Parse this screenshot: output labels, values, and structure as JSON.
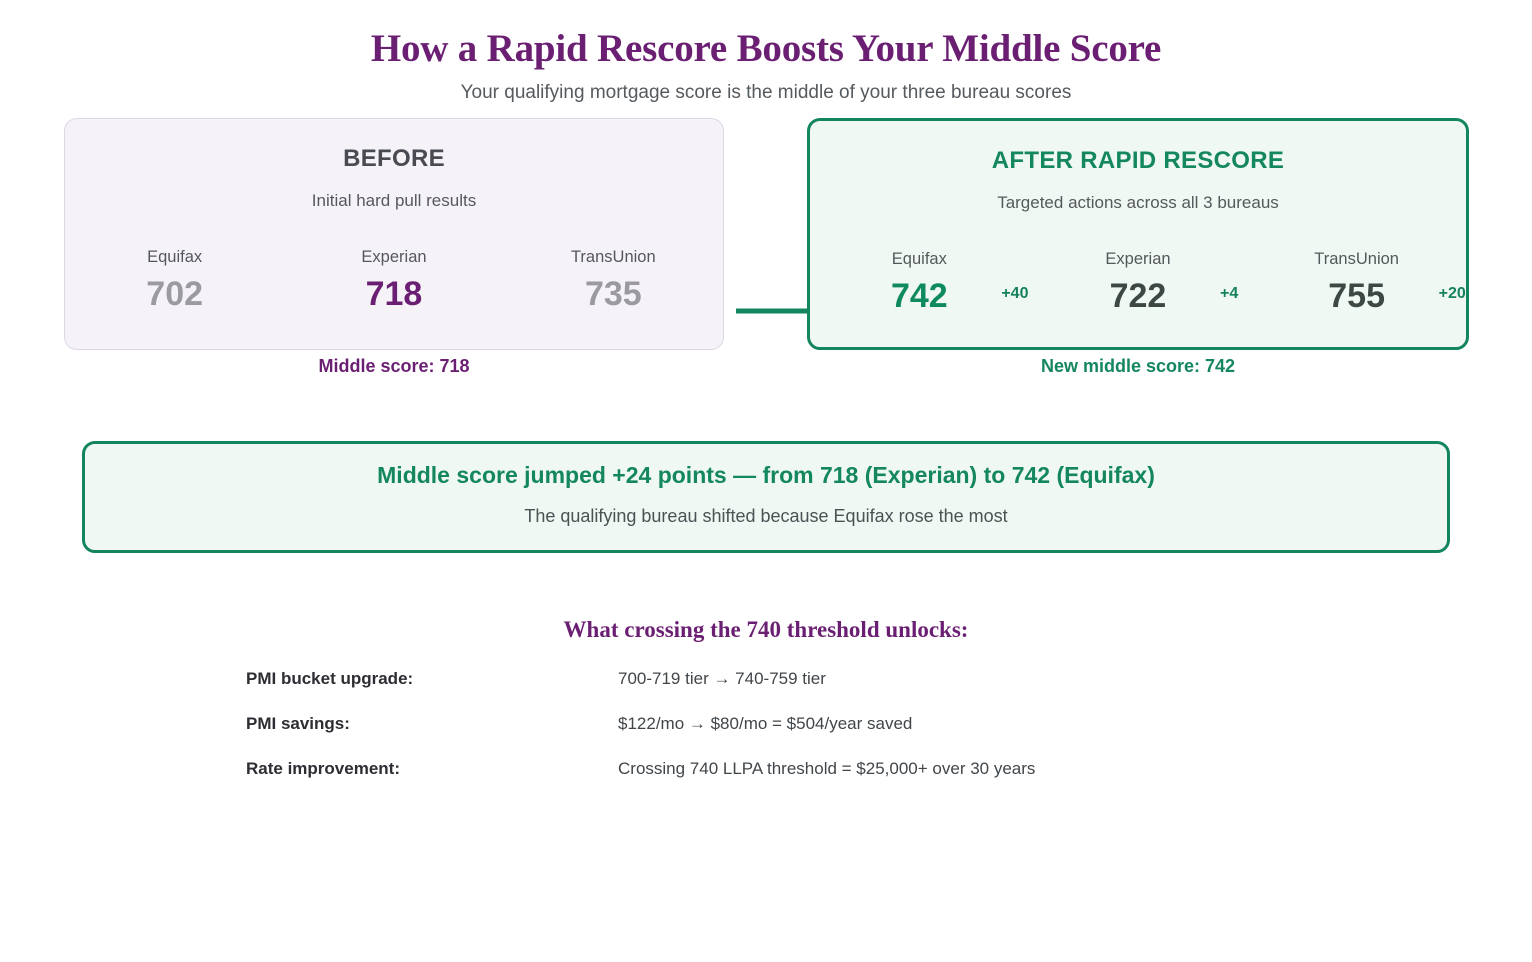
{
  "header": {
    "title": "How a Rapid Rescore Boosts Your Middle Score",
    "subtitle": "Your qualifying mortgage score is the middle of your three bureau scores"
  },
  "colors": {
    "purple": "#6b1f73",
    "green": "#13855f",
    "gray": "#9a9a9f",
    "dark": "#3d4845"
  },
  "before_card": {
    "heading": "BEFORE",
    "subheading": "Initial hard pull results",
    "bureaus": [
      {
        "name": "Equifax",
        "score": "702",
        "is_middle": false
      },
      {
        "name": "Experian",
        "score": "718",
        "is_middle": true
      },
      {
        "name": "TransUnion",
        "score": "735",
        "is_middle": false
      }
    ],
    "middle_label": "Middle score: 718"
  },
  "after_card": {
    "heading": "AFTER RAPID RESCORE",
    "subheading": "Targeted actions across all 3 bureaus",
    "bureaus": [
      {
        "name": "Equifax",
        "score": "742",
        "delta": "+40",
        "is_middle": true
      },
      {
        "name": "Experian",
        "score": "722",
        "delta": "+4",
        "is_middle": false
      },
      {
        "name": "TransUnion",
        "score": "755",
        "delta": "+20",
        "is_middle": false
      }
    ],
    "middle_label": "New middle score: 742"
  },
  "arrow": {
    "icon": "arrow-right-icon"
  },
  "callout": {
    "title": "Middle score jumped +24 points — from 718 (Experian) to 742 (Equifax)",
    "subtitle": "The qualifying bureau shifted because Equifax rose the most"
  },
  "benefits": {
    "heading": "What crossing the 740 threshold unlocks:",
    "rows": [
      {
        "label": "PMI bucket upgrade:",
        "value": "700-719 tier  →  740-759 tier"
      },
      {
        "label": "PMI savings:",
        "value": "$122/mo  →  $80/mo  =  $504/year saved"
      },
      {
        "label": "Rate improvement:",
        "value": "Crossing 740 LLPA threshold  =  $25,000+ over 30 years"
      }
    ]
  },
  "chart_data": {
    "type": "table",
    "title": "How a Rapid Rescore Boosts Your Middle Score",
    "categories": [
      "Equifax",
      "Experian",
      "TransUnion"
    ],
    "series": [
      {
        "name": "Before",
        "values": [
          702,
          718,
          735
        ]
      },
      {
        "name": "After Rapid Rescore",
        "values": [
          742,
          722,
          755
        ]
      },
      {
        "name": "Delta",
        "values": [
          40,
          4,
          20
        ]
      }
    ],
    "annotations": [
      "Middle score before: 718 (Experian)",
      "Middle score after: 742 (Equifax)",
      "Middle score jumped +24 points"
    ]
  }
}
